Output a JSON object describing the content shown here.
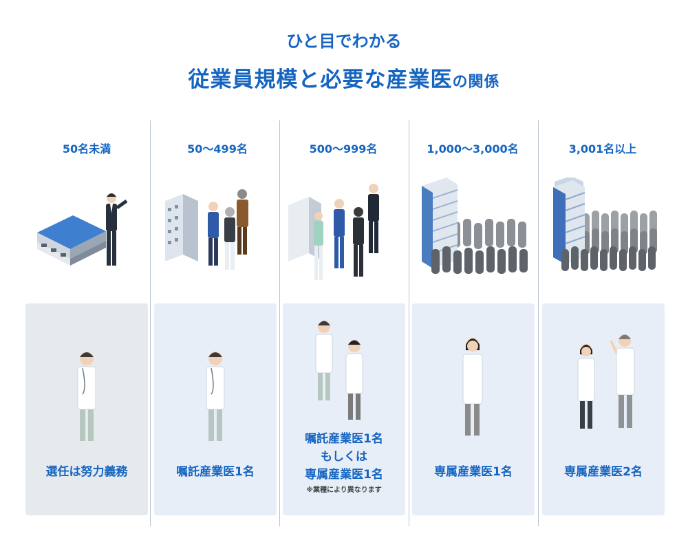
{
  "title": {
    "line1": "ひと目でわかる",
    "line2_main": "従業員規模と必要な産業医",
    "line2_suffix": "の関係"
  },
  "columns": [
    {
      "header": "50名未満",
      "result": "選任は努力義務"
    },
    {
      "header": "50〜499名",
      "result": "嘱託産業医1名"
    },
    {
      "header": "500〜999名",
      "result_line1": "嘱託産業医1名",
      "result_line2": "もしくは",
      "result_line3": "専属産業医1名",
      "note": "※業種により異なります"
    },
    {
      "header": "1,000〜3,000名",
      "result": "専属産業医1名"
    },
    {
      "header": "3,001名以上",
      "result": "専属産業医2名"
    }
  ],
  "colors": {
    "accent": "#1565c0",
    "card_gray": "#e6eaed",
    "card_blue": "#e8eef8",
    "divider": "#b7c4d4"
  }
}
